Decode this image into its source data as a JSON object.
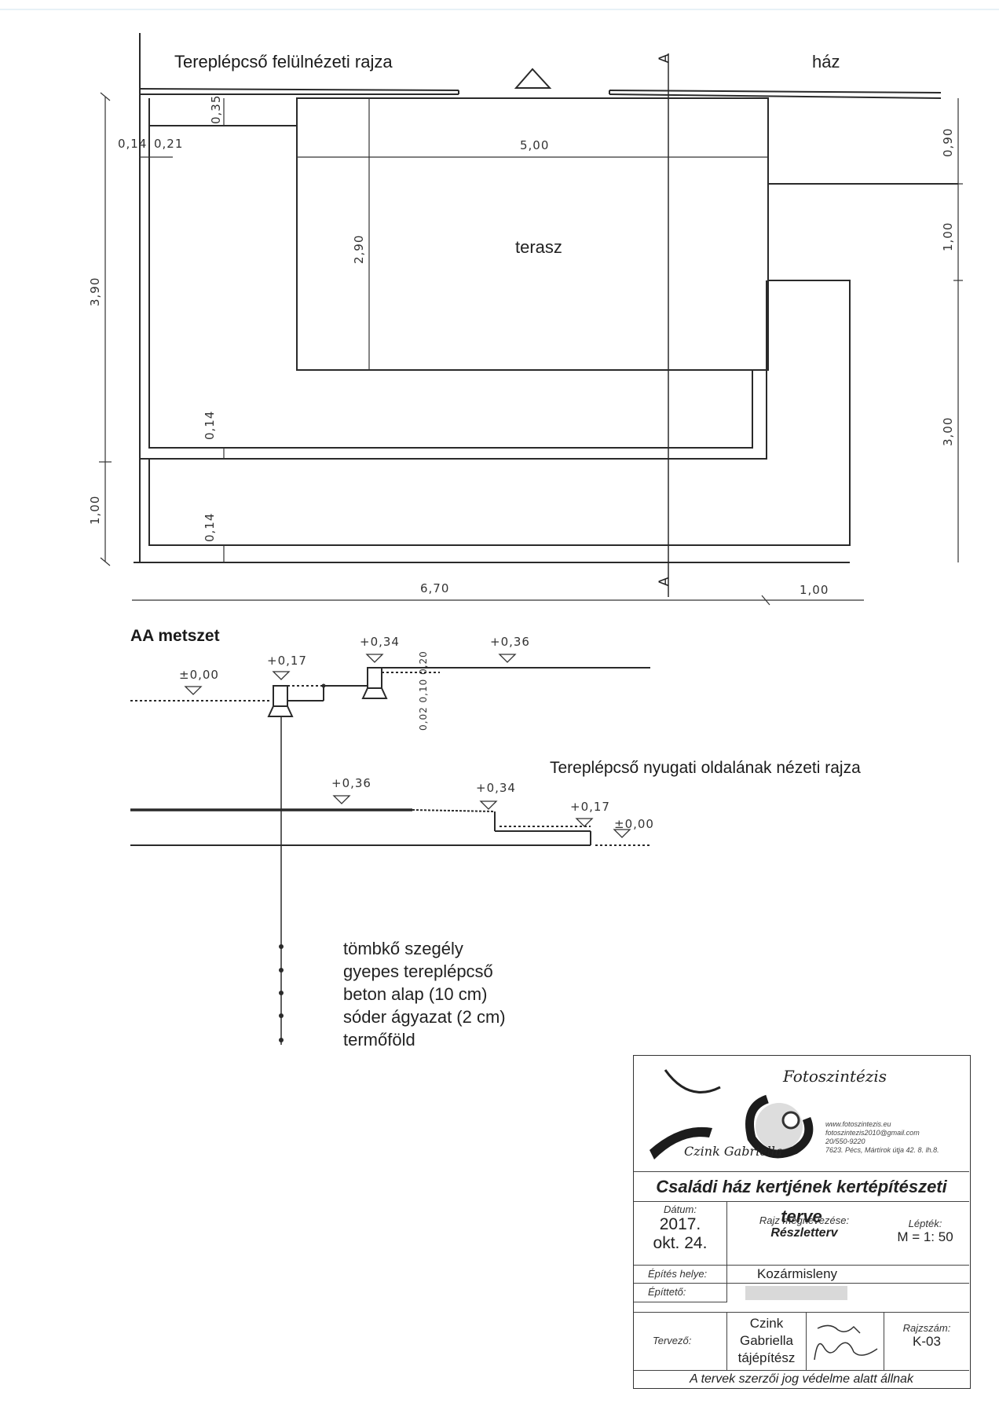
{
  "plan": {
    "title": "Tereplépcső felülnézeti rajza",
    "haz": "ház",
    "terasz": "terasz",
    "section_marker": "A",
    "dims": {
      "d035": "0,35",
      "d014a": "0,14",
      "d021": "0,21",
      "d500": "5,00",
      "d290": "2,90",
      "d390": "3,90",
      "d100left": "1,00",
      "d014b": "0,14",
      "d014c": "0,14",
      "d670": "6,70",
      "d100bottom": "1,00",
      "d090": "0,90",
      "d100right": "1,00",
      "d300": "3,00"
    }
  },
  "section": {
    "title": "AA metszet",
    "elev_000": "±0,00",
    "elev_017": "+0,17",
    "elev_034": "+0,34",
    "elev_036": "+0,36",
    "small_dims": "0,02 0,10 0,20"
  },
  "elevation": {
    "title": "Tereplépcső nyugati oldalának nézeti rajza",
    "elev_036": "+0,36",
    "elev_034": "+0,34",
    "elev_017": "+0,17",
    "elev_000": "±0,00"
  },
  "legend": [
    "tömbkő szegély",
    "gyepes tereplépcső",
    "beton alap (10 cm)",
    "sóder ágyazat (2 cm)",
    "termőföld"
  ],
  "titleblock": {
    "brand": "Fotoszintézis",
    "author_logo": "Czink Gabriella",
    "contact": [
      "www.fotoszintezis.eu",
      "fotoszintezis2010@gmail.com",
      "20/550-9220",
      "7623. Pécs, Mártírok útja 42. 8. lh.8."
    ],
    "project": "Családi ház kertjének kertépítészeti terve",
    "date_label": "Dátum:",
    "date_year": "2017.",
    "date_day": "okt. 24.",
    "drawing_name_label": "Rajz megnevezése:",
    "drawing_name": "Részletterv",
    "scale_label": "Lépték:",
    "scale": "M = 1: 50",
    "site_label": "Építés helye:",
    "site": "Kozármisleny",
    "builder_label": "Építtető:",
    "designer_label": "Tervező:",
    "designer": [
      "Czink",
      "Gabriella",
      "tájépítész"
    ],
    "sheet_label": "Rajzszám:",
    "sheet": "K-03",
    "copyright": "A tervek szerzői jog védelme alatt állnak"
  },
  "colors": {
    "line": "#2a2a2a",
    "paper": "#ffffff",
    "blur": "#cfcfcf"
  }
}
